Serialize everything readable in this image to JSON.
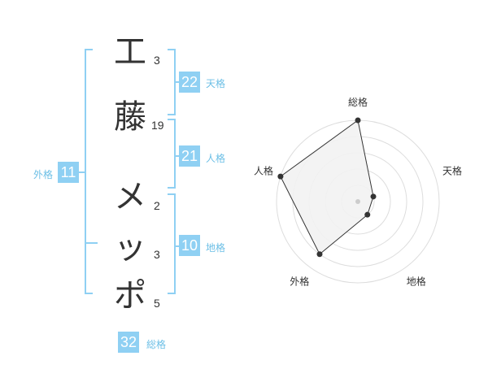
{
  "name": {
    "characters": [
      {
        "char": "工",
        "strokes": "3"
      },
      {
        "char": "藤",
        "strokes": "19"
      },
      {
        "char": "メ",
        "strokes": "2"
      },
      {
        "char": "ッ",
        "strokes": "3"
      },
      {
        "char": "ポ",
        "strokes": "5"
      }
    ]
  },
  "fortune": {
    "tenkaku": {
      "value": "22",
      "label": "天格"
    },
    "jinkaku": {
      "value": "21",
      "label": "人格"
    },
    "chikaku": {
      "value": "10",
      "label": "地格"
    },
    "gaikaku": {
      "value": "11",
      "label": "外格"
    },
    "soukaku": {
      "value": "32",
      "label": "総格"
    }
  },
  "colors": {
    "accent": "#8fd0f3",
    "accent_text": "#6cbfe6",
    "text": "#333333",
    "radar_fill": "#f2f2f2",
    "radar_ring": "#dddddd"
  },
  "chart_data": {
    "type": "radar",
    "axes": [
      "総格",
      "天格",
      "地格",
      "外格",
      "人格"
    ],
    "values": [
      5,
      1,
      1,
      4,
      5
    ],
    "rlim": [
      0,
      5
    ],
    "rings": 5
  }
}
